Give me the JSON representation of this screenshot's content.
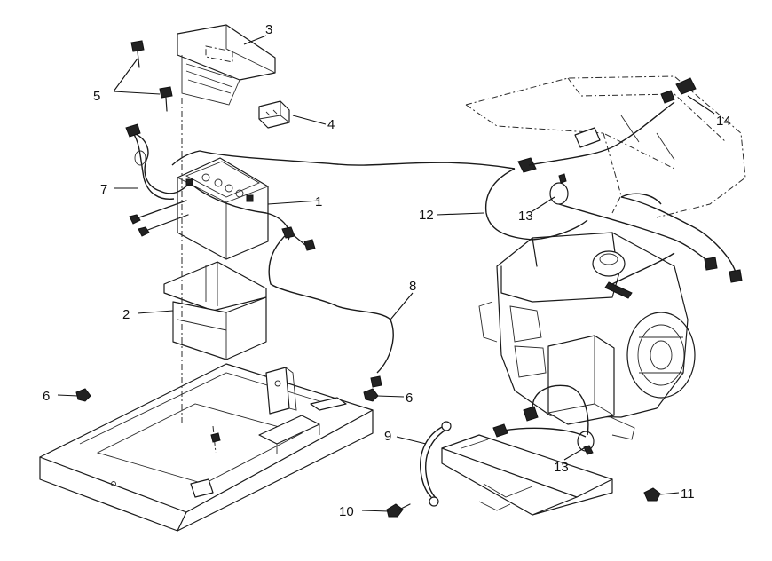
{
  "callouts": {
    "c1": "1",
    "c2": "2",
    "c3": "3",
    "c4": "4",
    "c5": "5",
    "c6a": "6",
    "c6b": "6",
    "c7": "7",
    "c8": "8",
    "c9": "9",
    "c10": "10",
    "c11": "11",
    "c12": "12",
    "c13a": "13",
    "c13b": "13",
    "c14": "14"
  }
}
